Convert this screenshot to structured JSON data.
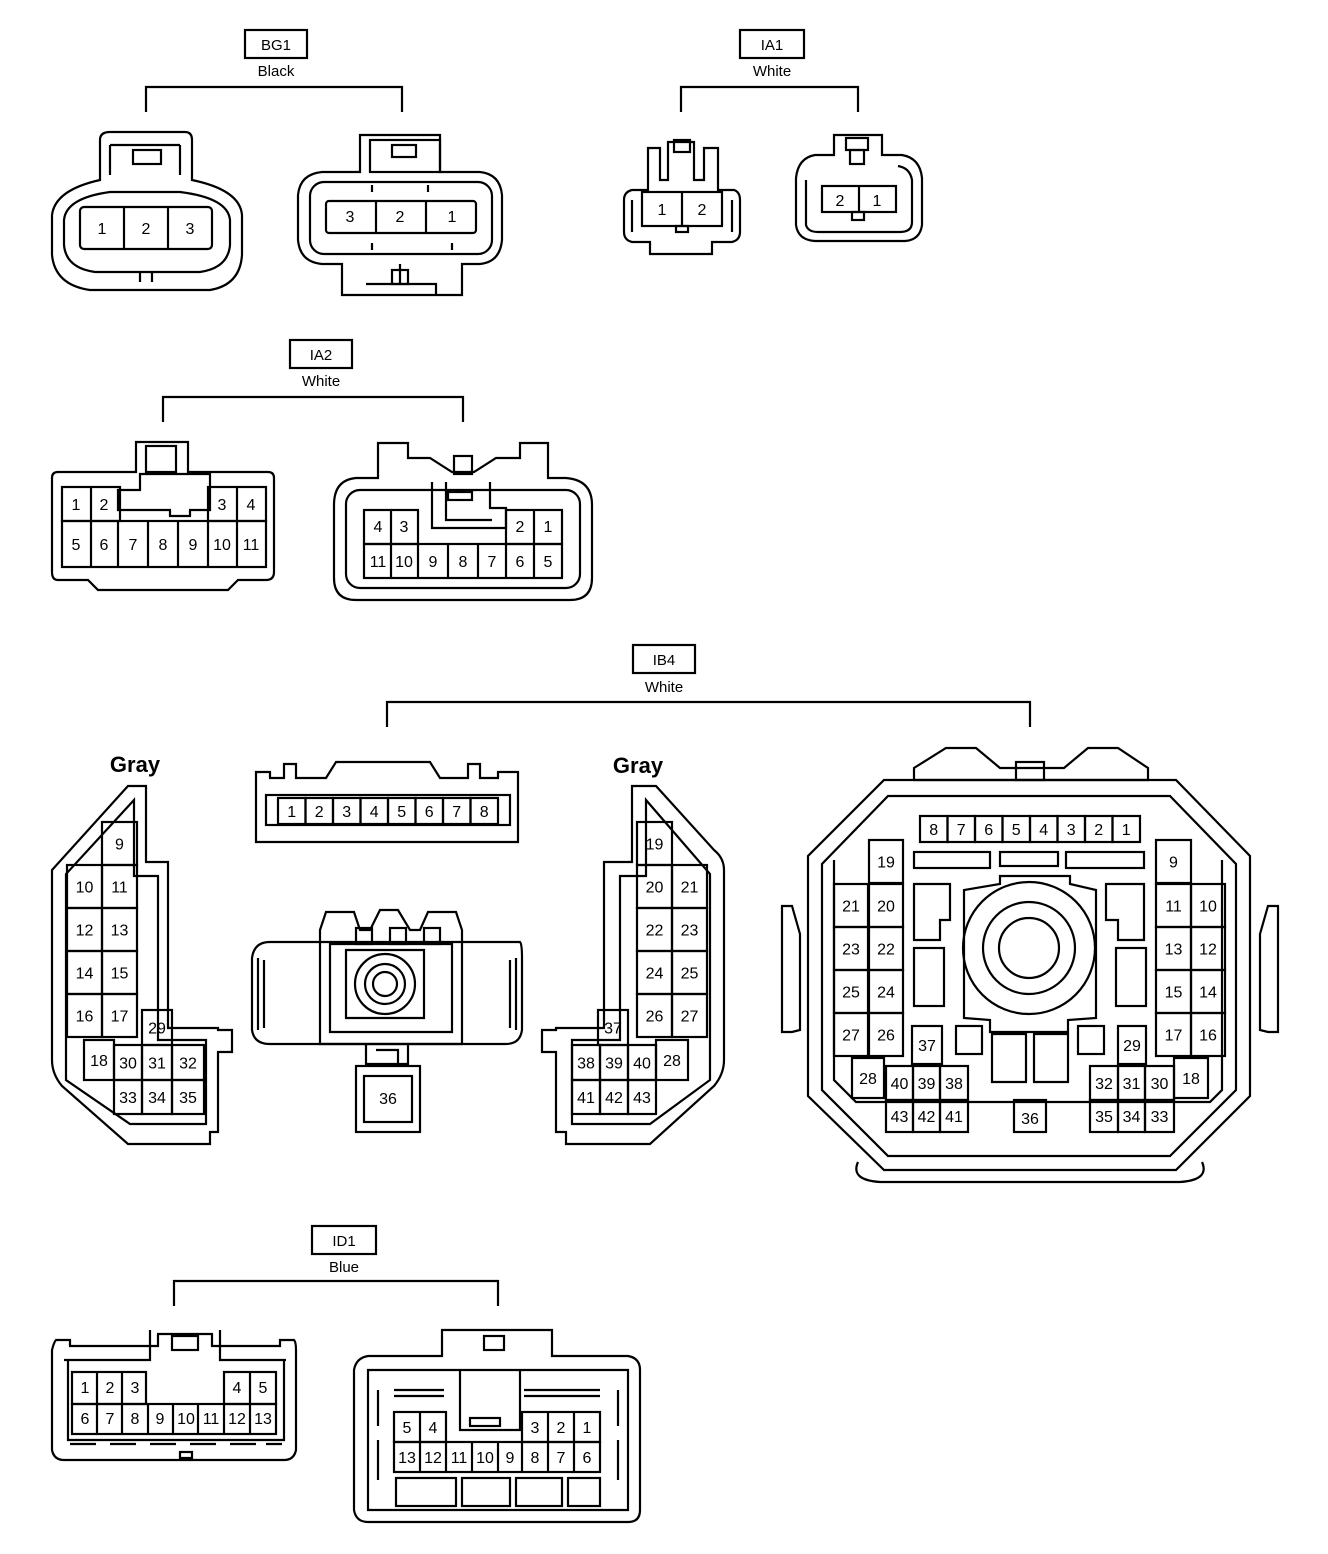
{
  "connectors": [
    {
      "id": "BG1",
      "color": "Black"
    },
    {
      "id": "IA1",
      "color": "White"
    },
    {
      "id": "IA2",
      "color": "White"
    },
    {
      "id": "IB4",
      "color": "White"
    },
    {
      "id": "ID1",
      "color": "Blue"
    }
  ],
  "ib4_sub_labels": [
    "Gray",
    "Gray"
  ],
  "pins": {
    "bg1_left": [
      "1",
      "2",
      "3"
    ],
    "bg1_right": [
      "3",
      "2",
      "1"
    ],
    "ia1_left": [
      "1",
      "2"
    ],
    "ia1_right": [
      "2",
      "1"
    ],
    "ia2_left": [
      [
        "1",
        "2",
        "3",
        "4"
      ],
      [
        "5",
        "6",
        "7",
        "8",
        "9",
        "10",
        "11"
      ]
    ],
    "ia2_right": [
      [
        "4",
        "3",
        "2",
        "1"
      ],
      [
        "11",
        "10",
        "9",
        "8",
        "7",
        "6",
        "5"
      ]
    ],
    "ib4_strip": [
      "1",
      "2",
      "3",
      "4",
      "5",
      "6",
      "7",
      "8"
    ],
    "ib4_center": [
      "36"
    ],
    "ib4_gray_left": [
      "9",
      "10",
      "11",
      "12",
      "13",
      "14",
      "15",
      "16",
      "17",
      "29",
      "18",
      "30",
      "31",
      "32",
      "33",
      "34",
      "35"
    ],
    "ib4_gray_right": [
      "19",
      "20",
      "21",
      "22",
      "23",
      "24",
      "25",
      "26",
      "27",
      "37",
      "28",
      "38",
      "39",
      "40",
      "41",
      "42",
      "43"
    ],
    "ib4_big_top": [
      "8",
      "7",
      "6",
      "5",
      "4",
      "3",
      "2",
      "1"
    ],
    "ib4_big_left": [
      "19",
      "21",
      "20",
      "23",
      "22",
      "25",
      "24",
      "27",
      "26",
      "37",
      "28",
      "40",
      "39",
      "38",
      "43",
      "42",
      "41"
    ],
    "ib4_big_right": [
      "9",
      "11",
      "10",
      "13",
      "12",
      "15",
      "14",
      "17",
      "16",
      "29",
      "32",
      "31",
      "30",
      "18",
      "35",
      "34",
      "33"
    ],
    "ib4_big_center": [
      "36"
    ],
    "id1_left": [
      [
        "1",
        "2",
        "3",
        "4",
        "5"
      ],
      [
        "6",
        "7",
        "8",
        "9",
        "10",
        "11",
        "12",
        "13"
      ]
    ],
    "id1_right": [
      [
        "5",
        "4",
        "3",
        "2",
        "1"
      ],
      [
        "13",
        "12",
        "11",
        "10",
        "9",
        "8",
        "7",
        "6"
      ]
    ]
  }
}
